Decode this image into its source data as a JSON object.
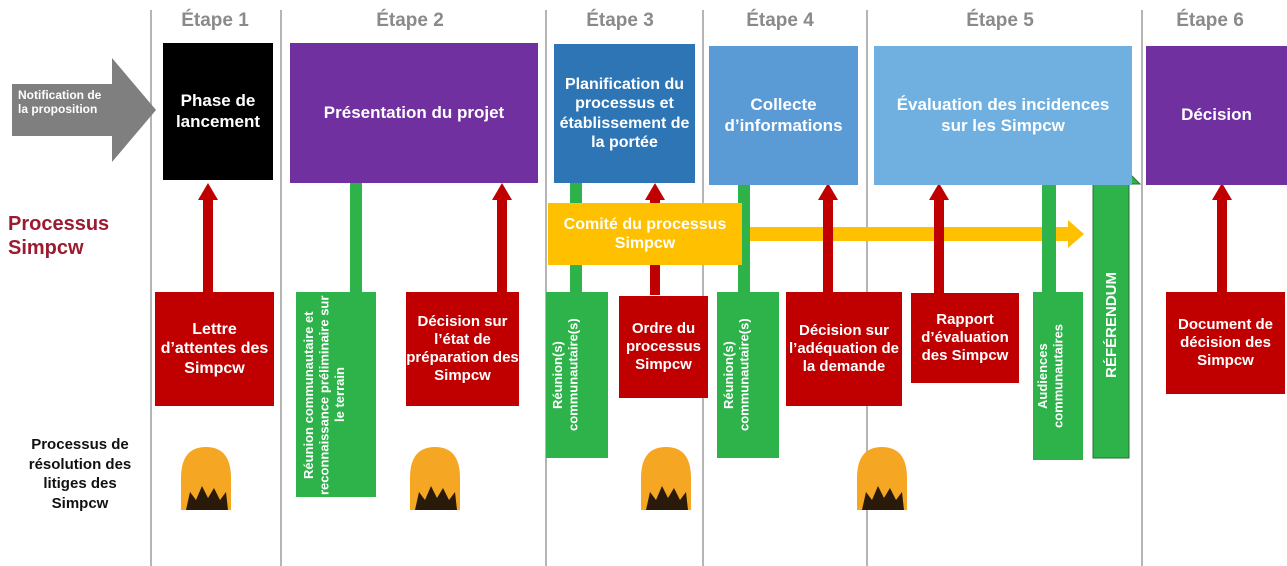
{
  "stages": [
    "Étape 1",
    "Étape 2",
    "Étape 3",
    "Étape 4",
    "Étape 5",
    "Étape 6"
  ],
  "notification": "Notification de la proposition",
  "process_label": "Processus Simpcw",
  "dispute_label": "Processus de résolution des litiges des Simpcw",
  "top_boxes": {
    "b1": "Phase de lancement",
    "b2": "Présentation du projet",
    "b3": "Planification du processus et établissement de la portée",
    "b4": "Collecte d’informations",
    "b5": "Évaluation des incidences sur les Simpcw",
    "b6": "Décision"
  },
  "committee": "Comité du processus Simpcw",
  "red_boxes": {
    "r1": "Lettre d’attentes des Simpcw",
    "r2": "Décision sur l’état de préparation des Simpcw",
    "r3": "Ordre du processus Simpcw",
    "r4": "Décision sur l’adéquation de la demande",
    "r5": "Rapport d’évaluation des Simpcw",
    "r6": "Document de décision des Simpcw"
  },
  "green_boxes": {
    "g1": "Réunion communautaire et reconnaissance préliminaire sur le terrain",
    "g2": "Réunion(s) communautaire(s)",
    "g3": "Réunion(s) communautaire(s)",
    "g4": "Audiences communautaires"
  },
  "referendum": "RÉFÉRENDUM",
  "colors": {
    "stage": "#8a8a8a",
    "black": "#000000",
    "purple": "#7030a0",
    "darkblue": "#2e75b6",
    "blue": "#5b9bd5",
    "lightblue": "#6fb0e0",
    "red": "#c00000",
    "green": "#2db34a",
    "yellow": "#ffc000",
    "maroon": "#9b1b30",
    "gray_arrow": "#7f7f7f"
  },
  "icons": [
    "campfire-icon",
    "campfire-icon",
    "campfire-icon",
    "campfire-icon"
  ]
}
